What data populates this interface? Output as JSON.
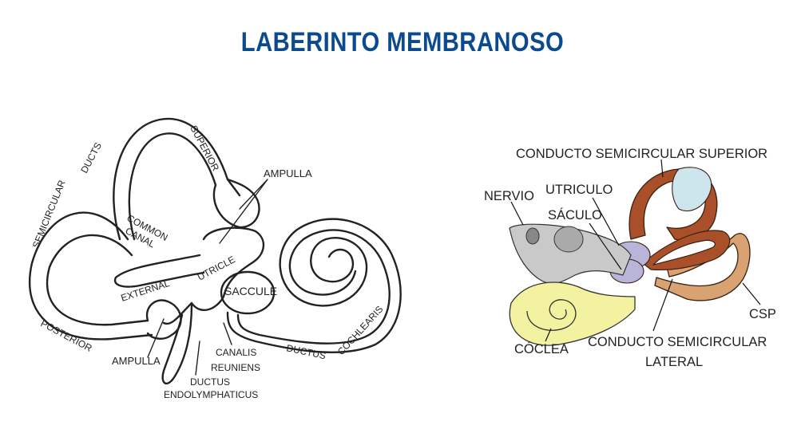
{
  "title": "LABERINTO MEMBRANOSO",
  "colors": {
    "title": "#0b4a8f",
    "outline": "#222222",
    "duct_brown": "#a9502a",
    "duct_tan": "#d9a272",
    "cochlea_yellow": "#f3f2a0",
    "nerve_gray": "#c9c9c9",
    "utricle_lavender": "#b9b5d8",
    "ampulla_blue": "#cde6ee"
  },
  "left_diagram": {
    "labels": {
      "superior": "SUPERIOR",
      "ducts": "DUCTS",
      "semicircular": "SEMICIRCULAR",
      "ampulla_top": "AMPULLA",
      "common": "COMMON",
      "canal": "CANAL",
      "external": "EXTERNAL",
      "utricle": "UTRICLE",
      "saccule": "SACCULE",
      "posterior": "POSTERIOR",
      "ampulla_bottom": "AMPULLA",
      "canalis": "CANALIS",
      "reuniens": "REUNIENS",
      "ductus_endo": "DUCTUS",
      "endolymphaticus": "ENDOLYMPHATICUS",
      "ductus_coch": "DUCTUS",
      "cochlearis": "COCHLEARIS"
    }
  },
  "right_diagram": {
    "labels": {
      "superior_duct_1": "CONDUCTO SEMICIRCULAR SUPERIOR",
      "nervio": "NERVIO",
      "utriculo": "UTRICULO",
      "saculo": "SÁCULO",
      "csp": "CSP",
      "coclea": "CÓCLEA",
      "lateral_line1": "CONDUCTO SEMICIRCULAR",
      "lateral_line2": "LATERAL"
    }
  }
}
